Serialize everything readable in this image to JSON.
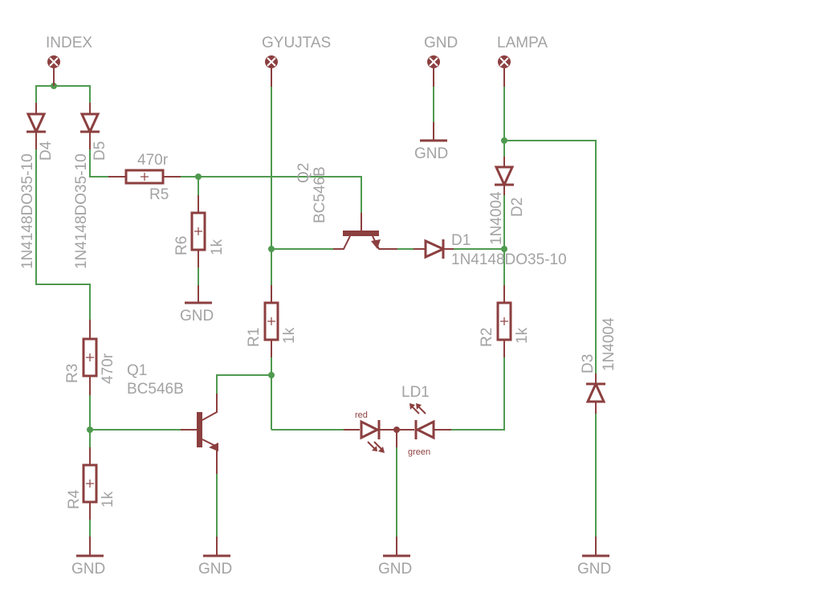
{
  "schematic": {
    "colors": {
      "wire": "#4f9a4f",
      "symbol": "#8c3f3f",
      "label": "#a3a3a3",
      "background": "#ffffff"
    },
    "connectors": [
      {
        "name": "INDEX"
      },
      {
        "name": "GYUJTAS"
      },
      {
        "name": "GND"
      },
      {
        "name": "LAMPA"
      }
    ],
    "components": {
      "D4": {
        "ref": "D4",
        "value": "1N4148DO35-10"
      },
      "D5": {
        "ref": "D5",
        "value": "1N4148DO35-10"
      },
      "R5": {
        "ref": "R5",
        "value": "470r"
      },
      "R6": {
        "ref": "R6",
        "value": "1k"
      },
      "Q2": {
        "ref": "Q2",
        "value": "BC546B"
      },
      "D1": {
        "ref": "D1",
        "value": "1N4148DO35-10"
      },
      "D2": {
        "ref": "D2",
        "value": "1N4004"
      },
      "D3": {
        "ref": "D3",
        "value": "1N4004"
      },
      "R1": {
        "ref": "R1",
        "value": "1k"
      },
      "R2": {
        "ref": "R2",
        "value": "1k"
      },
      "R3": {
        "ref": "R3",
        "value": "470r"
      },
      "R4": {
        "ref": "R4",
        "value": "1k"
      },
      "Q1": {
        "ref": "Q1",
        "value": "BC546B"
      },
      "LD1": {
        "ref": "LD1",
        "red": "red",
        "green": "green"
      }
    },
    "gnd_label": "GND"
  }
}
